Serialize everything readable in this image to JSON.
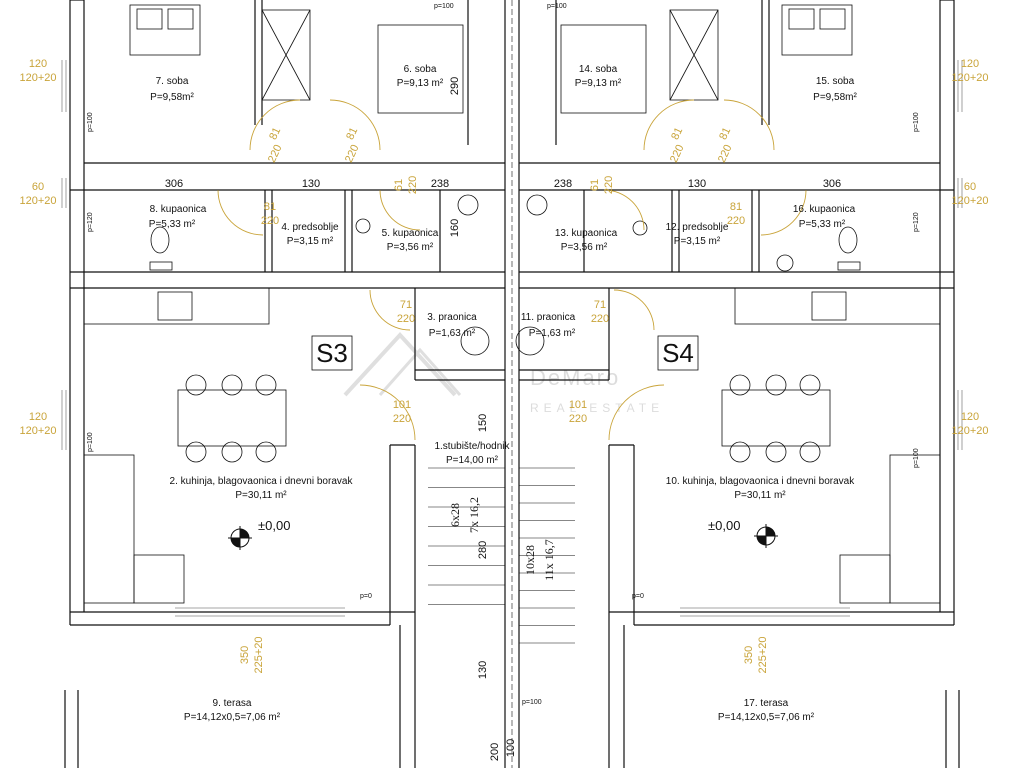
{
  "units": {
    "left": "S3",
    "right": "S4"
  },
  "rooms": {
    "r1": {
      "name": "1.stubište/hodnik",
      "area": "P=14,00 m²"
    },
    "r2": {
      "name": "2. kuhinja, blagovaonica i dnevni boravak",
      "area": "P=30,11 m²"
    },
    "r3": {
      "name": "3. praonica",
      "area": "P=1,63 m²"
    },
    "r4": {
      "name": "4. predsoblje",
      "area": "P=3,15 m²"
    },
    "r5": {
      "name": "5. kupaonica",
      "area": "P=3,56 m²"
    },
    "r6": {
      "name": "6. soba",
      "area": "P=9,13 m²"
    },
    "r7": {
      "name": "7. soba",
      "area": "P=9,58m²"
    },
    "r8": {
      "name": "8. kupaonica",
      "area": "P=5,33 m²"
    },
    "r9": {
      "name": "9. terasa",
      "area": "P=14,12x0,5=7,06 m²"
    },
    "r10": {
      "name": "10. kuhinja, blagovaonica i dnevni boravak",
      "area": "P=30,11 m²"
    },
    "r11": {
      "name": "11. praonica",
      "area": "P=1,63 m²"
    },
    "r12": {
      "name": "12. predsoblje",
      "area": "P=3,15 m²"
    },
    "r13": {
      "name": "13. kupaonica",
      "area": "P=3,56 m²"
    },
    "r14": {
      "name": "14. soba",
      "area": "P=9,13 m²"
    },
    "r15": {
      "name": "15. soba",
      "area": "P=9,58m²"
    },
    "r16": {
      "name": "16. kupaonica",
      "area": "P=5,33 m²"
    },
    "r17": {
      "name": "17. terasa",
      "area": "P=14,12x0,5=7,06 m²"
    }
  },
  "levels": {
    "left": "±0,00",
    "right": "±0,00"
  },
  "dims": {
    "d306": "306",
    "d130": "130",
    "d238": "238",
    "d160": "160",
    "d290": "290",
    "d150": "150",
    "d280": "280",
    "d100": "100",
    "d200": "200",
    "d120": "120",
    "d120_20": "120+20",
    "d60": "60",
    "d350": "350",
    "d225_20": "225+20",
    "d81": "81",
    "d220": "220",
    "d61": "61",
    "d71": "71",
    "d101": "101"
  },
  "sills": {
    "p100": "p=100",
    "p120": "p=120",
    "p0": "p=0"
  },
  "stairs": {
    "s1a": "6x28",
    "s1b": "7x 16,2",
    "s2a": "10x28",
    "s2b": "11x 16,7"
  },
  "watermark": {
    "name": "DeMaro",
    "sub": "REAL ESTATE"
  },
  "colors": {
    "dimension_yellow": "#c9a43a",
    "wall": "#111111",
    "background": "#ffffff"
  }
}
